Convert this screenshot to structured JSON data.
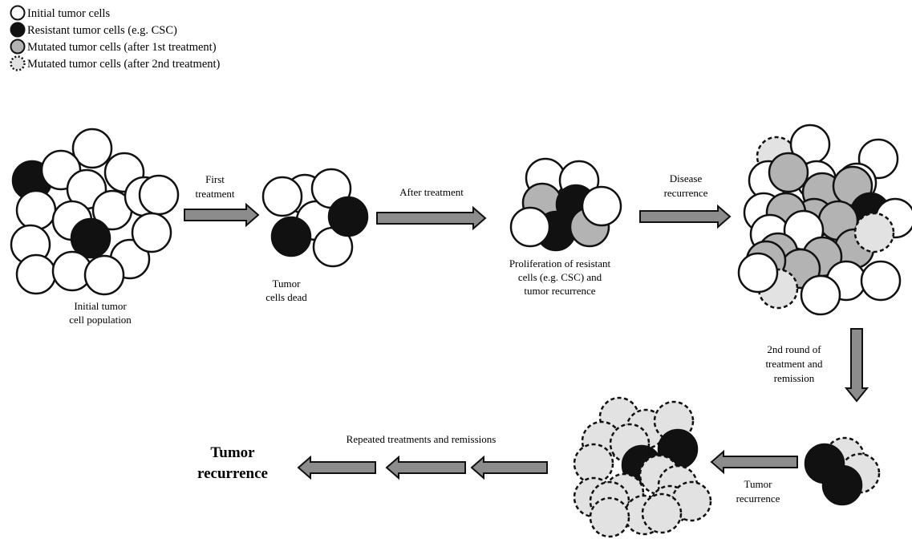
{
  "legend": [
    {
      "style": "initial",
      "label": "Initial tumor cells"
    },
    {
      "style": "resistant",
      "label": "Resistant tumor cells (e.g. CSC)"
    },
    {
      "style": "mutated1",
      "label": "Mutated tumor cells (after 1st treatment)"
    },
    {
      "style": "mutated2",
      "label": "Mutated tumor cells (after 2nd treatment)"
    }
  ],
  "stages": {
    "initial_population": [
      "Initial tumor",
      "cell population"
    ],
    "cells_dead": [
      "Tumor",
      "cells dead"
    ],
    "proliferation": [
      "Proliferation of resistant",
      "cells (e.g. CSC) and",
      "tumor recurrence"
    ]
  },
  "arrows": {
    "first_treatment": [
      "First",
      "treatment"
    ],
    "after_treatment": [
      "After treatment"
    ],
    "disease_recurrence": [
      "Disease",
      "recurrence"
    ],
    "second_round": [
      "2nd round of",
      "treatment and",
      "remission"
    ],
    "tumor_recurrence_small": [
      "Tumor",
      "recurrence"
    ],
    "repeated": [
      "Repeated treatments and remissions"
    ]
  },
  "final": [
    "Tumor",
    "recurrence"
  ],
  "colors": {
    "initial_fill": "#ffffff",
    "resistant_fill": "#111111",
    "mutated1_fill": "#b3b3b3",
    "mutated2_fill": "#e2e2e2",
    "arrow_fill": "#8c8c8c",
    "stroke": "#111111"
  }
}
